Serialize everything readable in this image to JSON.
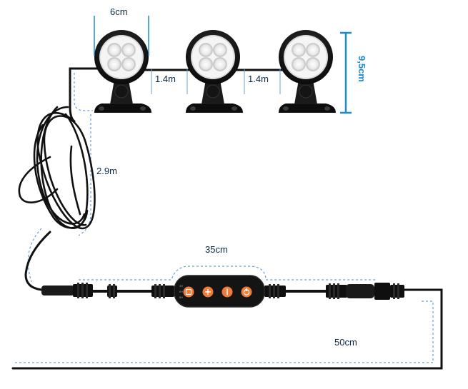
{
  "dimensions": {
    "light_width": "6cm",
    "light_height": "9,5cm",
    "spacing_1": "1.4m",
    "spacing_2": "1.4m",
    "main_cable": "2.9m",
    "controller_section": "35cm",
    "tail_cable": "50cm"
  },
  "colors": {
    "cable": "#111111",
    "dimension_blue": "#1a8ccc",
    "dashed_guide": "#6a9fd0",
    "controller_button": "#f07a3a",
    "led": "#f2f2f2"
  },
  "controller": {
    "buttons": [
      "power-icon",
      "brightness-icon",
      "mode-icon",
      "timer-icon"
    ],
    "side_marks": [
      "4H",
      "6H",
      "8H"
    ]
  }
}
